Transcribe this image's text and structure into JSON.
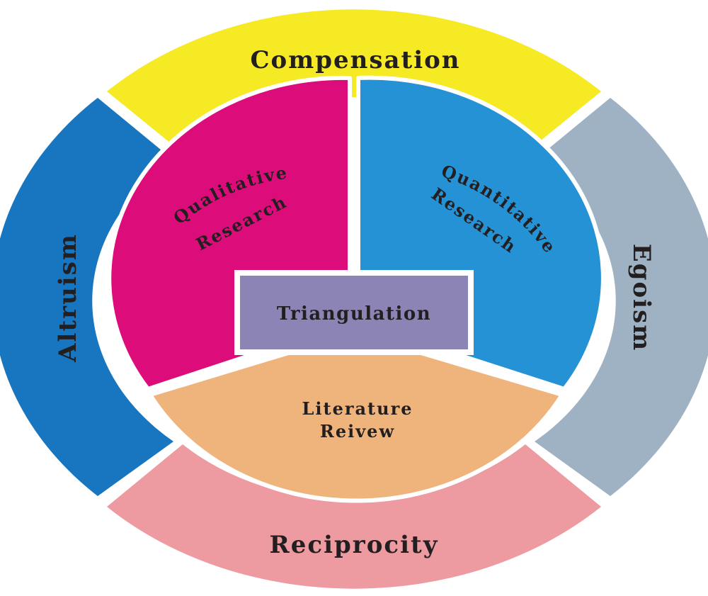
{
  "outer_ring": {
    "top": {
      "label": "Compensation",
      "color": "#f5ea24"
    },
    "right": {
      "label": "Egoism",
      "color": "#9fb2c3"
    },
    "bottom": {
      "label": "Reciprocity",
      "color": "#ee9aa1"
    },
    "left": {
      "label": "Altruism",
      "color": "#1776bf"
    }
  },
  "inner_circle": {
    "qualitative": {
      "line1": "Qualitative",
      "line2": "Research",
      "color": "#dc0d7a"
    },
    "quantitative": {
      "line1": "Quantitative",
      "line2": "Research",
      "color": "#2592d6"
    },
    "literature": {
      "line1": "Literature",
      "line2": "Reivew",
      "color": "#efb47c"
    }
  },
  "center": {
    "label": "Triangulation",
    "color": "#8d84b6"
  }
}
